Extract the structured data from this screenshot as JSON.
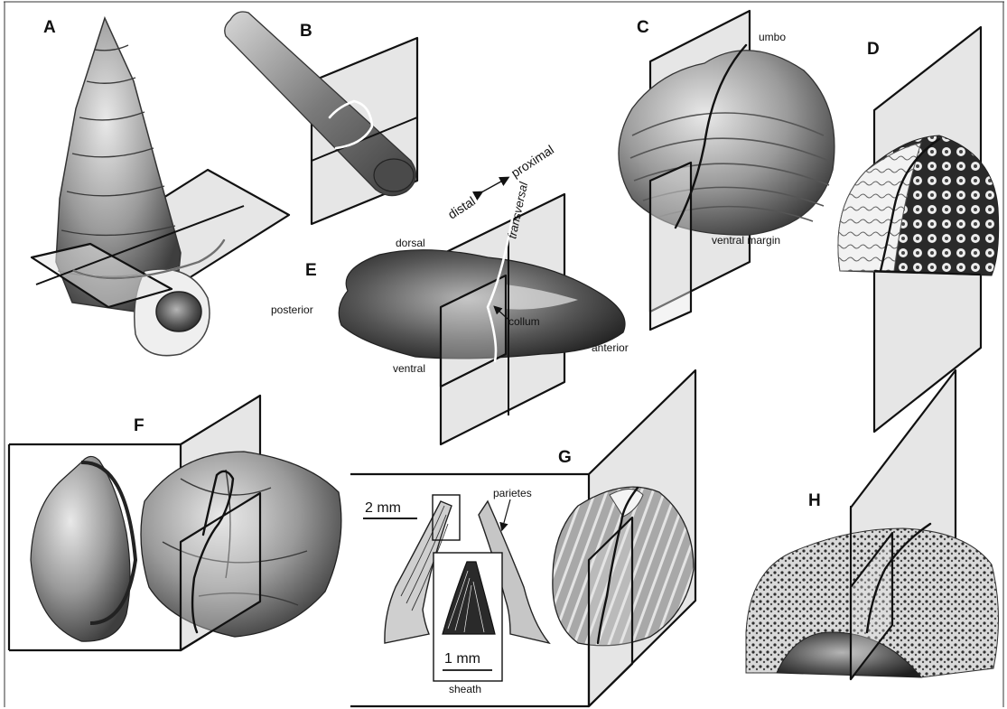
{
  "panels": {
    "a": "A",
    "b": "B",
    "c": "C",
    "d": "D",
    "e": "E",
    "f": "F",
    "g": "G",
    "h": "H"
  },
  "labels": {
    "umbo": "umbo",
    "ventral_margin": "ventral margin",
    "distal": "distal",
    "proximal": "proximal",
    "transversal": "transversal",
    "dorsal": "dorsal",
    "posterior": "posterior",
    "ventral": "ventral",
    "anterior": "anterior",
    "collum": "collum",
    "parietes": "parietes",
    "scale_2mm": "2 mm",
    "scale_1mm": "1 mm",
    "sheath": "sheath"
  },
  "colors": {
    "plane_fill": "#e6e6e6",
    "outline": "#111111",
    "specimen_dark": "#3a3a3a",
    "specimen_mid": "#8a8a8a",
    "specimen_light": "#d0d0d0"
  }
}
